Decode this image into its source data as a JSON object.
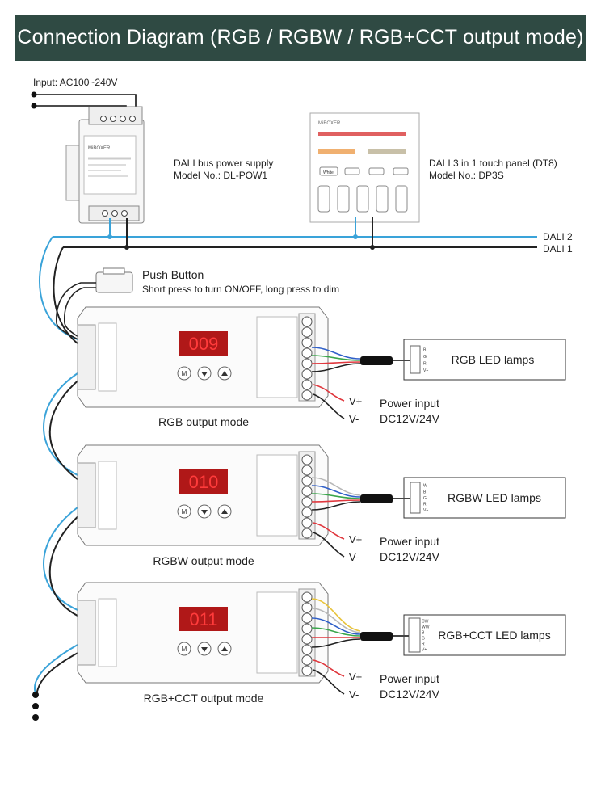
{
  "title": "Connection Diagram (RGB / RGBW / RGB+CCT output mode)",
  "input_label": "Input: AC100~240V",
  "power_supply": {
    "line1": "DALI bus power supply",
    "line2": "Model No.: DL-POW1",
    "brand": "MiBOXER"
  },
  "touch_panel": {
    "line1": "DALI 3 in 1 touch panel (DT8)",
    "line2": "Model No.: DP3S",
    "brand": "MiBOXER",
    "white_label": "White"
  },
  "buses": {
    "dali2": "DALI 2",
    "dali1": "DALI 1"
  },
  "push_button": {
    "title": "Push Button",
    "desc": "Short press to turn ON/OFF, long press to dim"
  },
  "power_input": {
    "vplus": "V+",
    "vminus": "V-",
    "title": "Power input",
    "voltage": "DC12V/24V"
  },
  "buttons": {
    "mode": "M"
  },
  "controllers": [
    {
      "display": "009",
      "mode_label": "RGB output mode",
      "lamp_label": "RGB LED lamps",
      "pins": [
        "B",
        "G",
        "R",
        "V+"
      ]
    },
    {
      "display": "010",
      "mode_label": "RGBW output mode",
      "lamp_label": "RGBW LED lamps",
      "pins": [
        "W",
        "B",
        "G",
        "R",
        "V+"
      ]
    },
    {
      "display": "011",
      "mode_label": "RGB+CCT output mode",
      "lamp_label": "RGB+CCT LED lamps",
      "pins": [
        "CW",
        "WW",
        "B",
        "G",
        "R",
        "V+"
      ]
    }
  ],
  "colors": {
    "header_bg": "#2f4a43",
    "dali2_wire": "#3aa3d9",
    "dali1_wire": "#222222",
    "display_bg": "#b01818",
    "display_digits": "#ff3b3b",
    "wire_red": "#e0383e",
    "wire_green": "#3aa64b",
    "wire_blue": "#2f5fc8",
    "wire_white": "#b8b8b8",
    "wire_yellow": "#e8c33a",
    "wire_black": "#222222"
  }
}
